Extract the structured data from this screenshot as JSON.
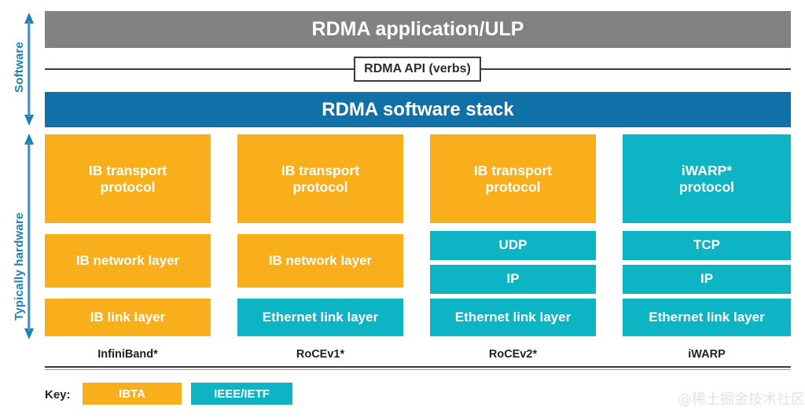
{
  "colors": {
    "ibta_orange": "#f9af1c",
    "ieee_cyan": "#0db4c4",
    "software_blue": "#1070a8",
    "application_gray": "#828282",
    "arrow_blue": "#1c7fb8",
    "text_dark": "#231f20"
  },
  "axis": {
    "software_label": "Software",
    "hardware_label": "Typically hardware"
  },
  "layers": {
    "application": "RDMA application/ULP",
    "api": "RDMA API (verbs)",
    "software_stack": "RDMA software stack"
  },
  "columns": [
    {
      "name": "InfiniBand*",
      "cells": [
        {
          "label": "IB transport\nprotocol",
          "owner": "IBTA"
        },
        {
          "label": "IB network layer",
          "owner": "IBTA"
        },
        {
          "label": "IB link layer",
          "owner": "IBTA"
        }
      ]
    },
    {
      "name": "RoCEv1*",
      "cells": [
        {
          "label": "IB transport\nprotocol",
          "owner": "IBTA"
        },
        {
          "label": "IB network layer",
          "owner": "IBTA"
        },
        {
          "label": "Ethernet link layer",
          "owner": "IEEE/IETF"
        }
      ]
    },
    {
      "name": "RoCEv2*",
      "cells": [
        {
          "label": "IB transport\nprotocol",
          "owner": "IBTA"
        },
        {
          "label": "UDP",
          "owner": "IEEE/IETF"
        },
        {
          "label": "IP",
          "owner": "IEEE/IETF"
        },
        {
          "label": "Ethernet link layer",
          "owner": "IEEE/IETF"
        }
      ]
    },
    {
      "name": "iWARP",
      "cells": [
        {
          "label": "iWARP*\nprotocol",
          "owner": "IEEE/IETF"
        },
        {
          "label": "TCP",
          "owner": "IEEE/IETF"
        },
        {
          "label": "IP",
          "owner": "IEEE/IETF"
        },
        {
          "label": "Ethernet link layer",
          "owner": "IEEE/IETF"
        }
      ]
    }
  ],
  "key": {
    "label": "Key:",
    "chips": [
      {
        "text": "IBTA",
        "color": "#f9af1c"
      },
      {
        "text": "IEEE/IETF",
        "color": "#0db4c4"
      }
    ]
  },
  "watermark": "@稀土掘金技术社区"
}
